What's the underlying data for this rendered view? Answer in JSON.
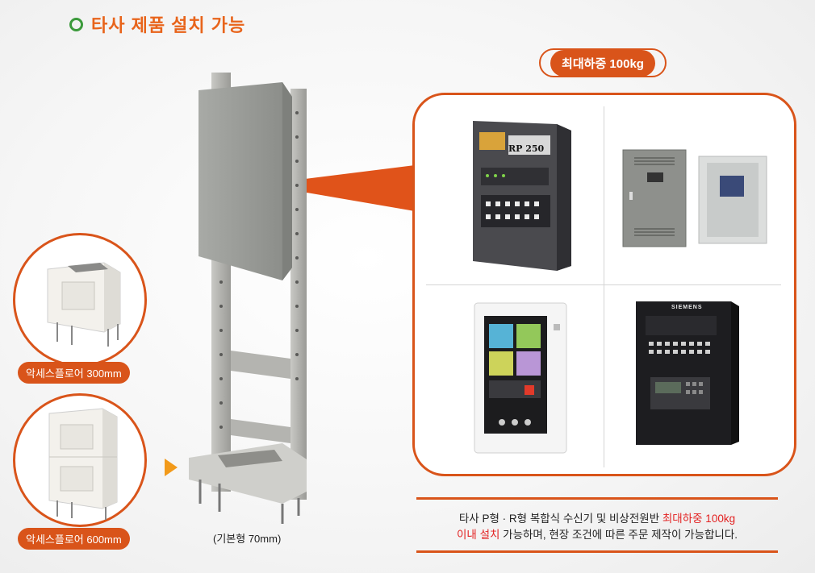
{
  "heading": {
    "text": "타사 제품 설치 가능"
  },
  "badge": {
    "text": "최대하중 100kg"
  },
  "panel_one": {
    "rp_label": "RP 250"
  },
  "panel_four": {
    "brand": "SIEMENS"
  },
  "stand": {
    "caption": "(기본형 70mm)"
  },
  "accessories": [
    {
      "label": "악세스플로어 300mm"
    },
    {
      "label": "악세스플로어 600mm"
    }
  ],
  "description": {
    "line1_a": "타사 P형 · R형 복합식 수신기 및 비상전원반 ",
    "line1_hl": "최대하중 100kg",
    "line2_hl": "이내 설치",
    "line2_b": " 가능하며, 현장 조건에 따른 주문 제작이 가능합니다."
  },
  "colors": {
    "accent": "#d9541a",
    "heading": "#e8641b",
    "bullet": "#3c9a3c",
    "arrow": "#f29a1a",
    "highlight": "#e32222"
  }
}
